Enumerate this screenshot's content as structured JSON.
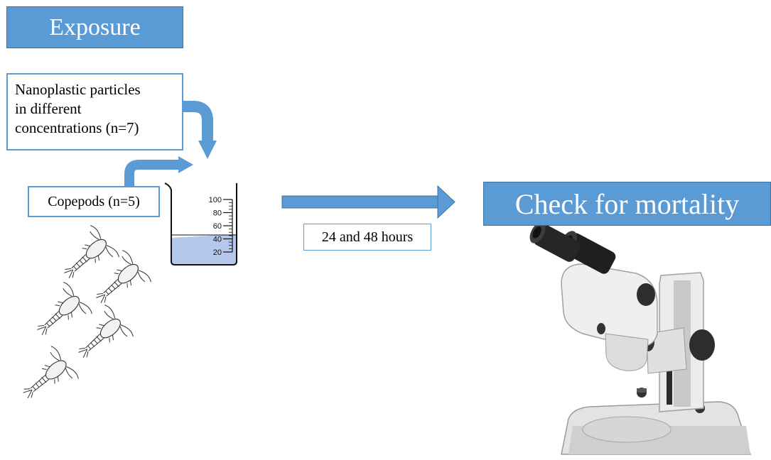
{
  "exposure_title": "Exposure",
  "nanoplastic_label": [
    "Nanoplastic particles",
    "in different",
    "concentrations (n=7)"
  ],
  "copepods_label": "Copepods (n=5)",
  "duration_label": "24 and 48 hours",
  "result_title": "Check for mortality",
  "beaker_ticks": [
    "100",
    "80",
    "60",
    "40",
    "20"
  ],
  "colors": {
    "accent": "#5b9bd5",
    "liquid": "#b4c8ee"
  }
}
